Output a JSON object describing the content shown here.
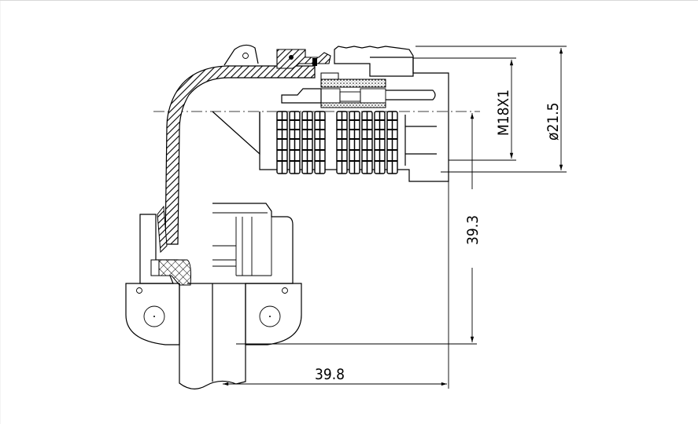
{
  "drawing": {
    "title": "Right-angle circular connector with cable clamp",
    "dimensions": {
      "thread": "M18X1",
      "diameter": "ø21.5",
      "height": "39.3",
      "width": "39.8"
    }
  }
}
